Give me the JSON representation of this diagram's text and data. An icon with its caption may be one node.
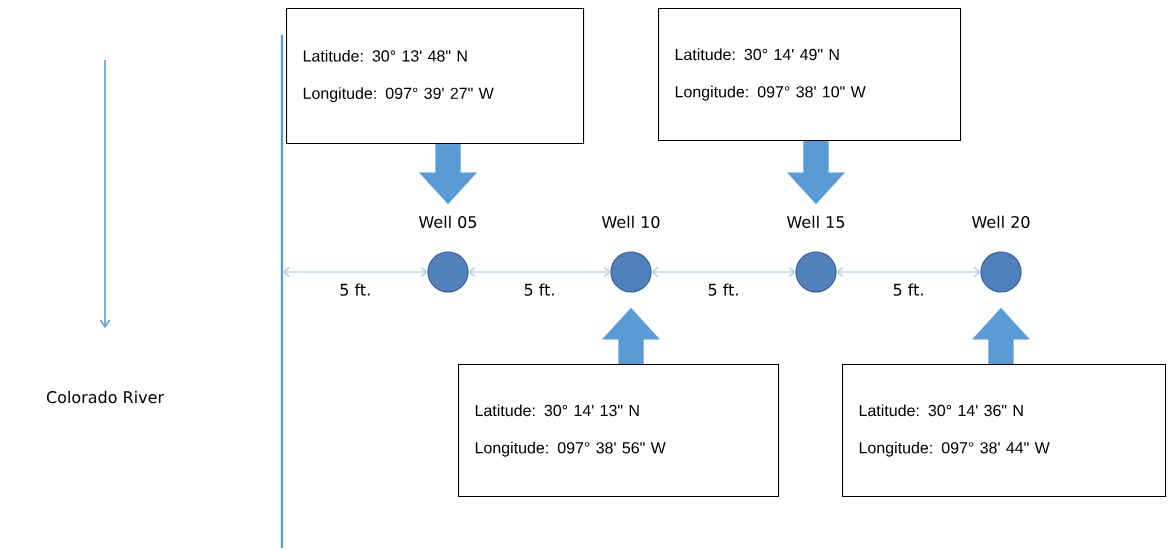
{
  "diagram": {
    "nodes": [
      {
        "text": [
          "Latitude: 30° 13' 48\" N",
          "Longitude: 097° 39' 27\" W"
        ]
      },
      {
        "text": [
          "Latitude: 30° 14' 49\" N",
          "Longitude: 097° 38' 10\" W"
        ]
      },
      {
        "text": [
          "Well 05"
        ]
      },
      {
        "text": [
          "Well 10"
        ]
      },
      {
        "text": [
          "Well 15"
        ]
      },
      {
        "text": [
          "Well 20"
        ]
      },
      {
        "text": [
          "Latitude: 30° 14' 13\" N",
          "Longitude: 097° 38' 56\" W"
        ]
      },
      {
        "text": [
          "Latitude: 30° 14' 36\" N",
          "Longitude: 097° 38' 44\" W"
        ]
      }
    ],
    "edges": [
      {
        "from": 0,
        "to": 2,
        "arrow": "to",
        "style": "thick"
      },
      {
        "from": 1,
        "to": 4,
        "arrow": "to",
        "style": "thick"
      },
      {
        "from": 6,
        "to": 3,
        "arrow": "to",
        "style": "thick"
      },
      {
        "from": 7,
        "to": 5,
        "arrow": "to",
        "style": "thick"
      },
      {
        "from": null,
        "to": 2,
        "arrow": "both",
        "label": "5 ft.",
        "color": "#9dc3e6"
      },
      {
        "from": 2,
        "to": 3,
        "arrow": "both",
        "label": "5 ft.",
        "color": "#9dc3e6"
      },
      {
        "from": 3,
        "to": 4,
        "arrow": "both",
        "label": "5 ft.",
        "color": "#9dc3e6"
      },
      {
        "from": 4,
        "to": 5,
        "arrow": "both",
        "label": "5 ft.",
        "color": "#9dc3e6"
      }
    ],
    "labels": [
      "Colorado River"
    ]
  }
}
